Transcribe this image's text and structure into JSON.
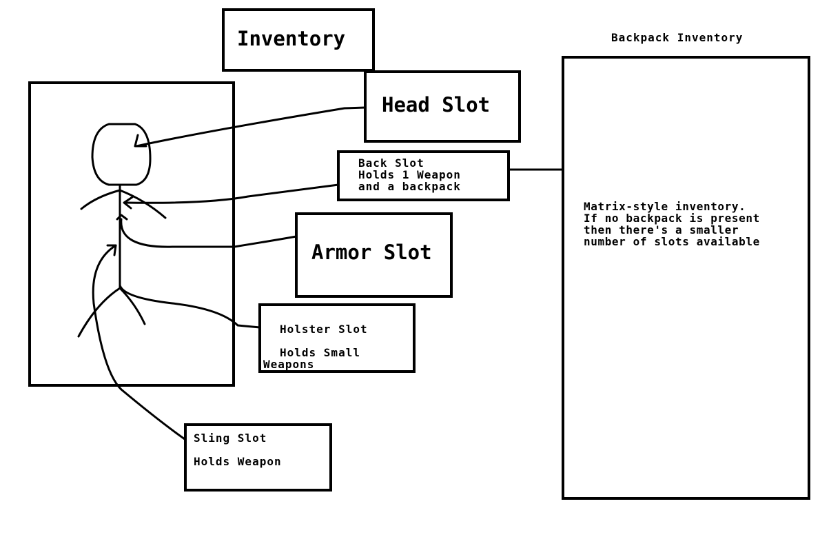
{
  "title": "Inventory",
  "backpack": {
    "label": "Backpack Inventory",
    "description": "Matrix-style inventory.\nIf no backpack is present\nthen there's a smaller\nnumber of slots available"
  },
  "slots": {
    "head": {
      "label": "Head Slot"
    },
    "back": {
      "label": "Back Slot\nHolds 1 Weapon\nand a backpack"
    },
    "armor": {
      "label": "Armor Slot"
    },
    "holster": {
      "line1": "Holster Slot",
      "line2": "Holds Small",
      "line3": "Weapons"
    },
    "sling": {
      "line1": "Sling Slot",
      "line2": "Holds Weapon"
    }
  }
}
